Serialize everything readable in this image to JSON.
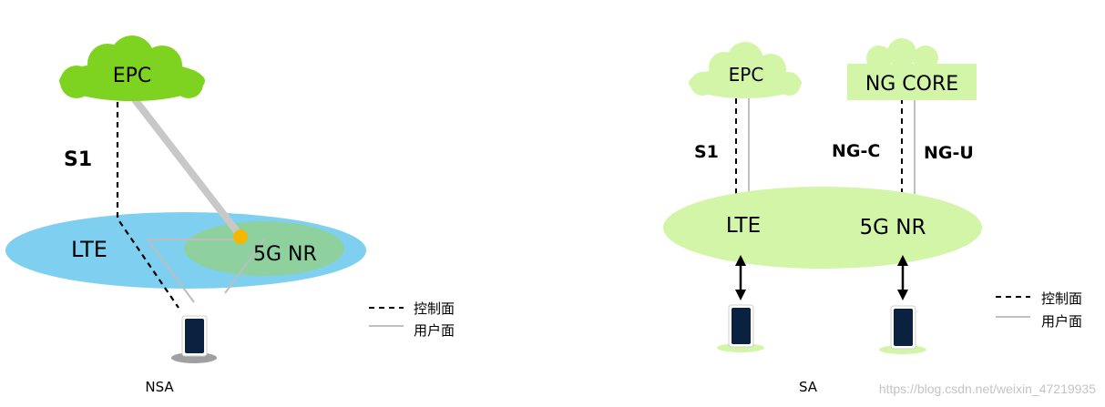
{
  "nsa": {
    "caption": "NSA",
    "epc": "EPC",
    "s1": "S1",
    "lte": "LTE",
    "nr": "5G NR",
    "legend_control": "控制面",
    "legend_user": "用户面"
  },
  "sa": {
    "caption": "SA",
    "epc": "EPC",
    "ngcore": "NG CORE",
    "s1": "S1",
    "ngc": "NG-C",
    "ngu": "NG-U",
    "lte": "LTE",
    "nr": "5G NR",
    "legend_control": "控制面",
    "legend_user": "用户面"
  },
  "watermark": "https://blog.csdn.net/weixin_47219935",
  "colors": {
    "nsa_cloud": "#7ed321",
    "lte_ellipse": "#7fd0f0",
    "nr_ellipse": "#8fd19e",
    "anchor_dot": "#f5b800",
    "sa_light_green": "#d2f5a8",
    "phone_body": "#0b2140",
    "user_plane_line": "#c0c0c0"
  }
}
